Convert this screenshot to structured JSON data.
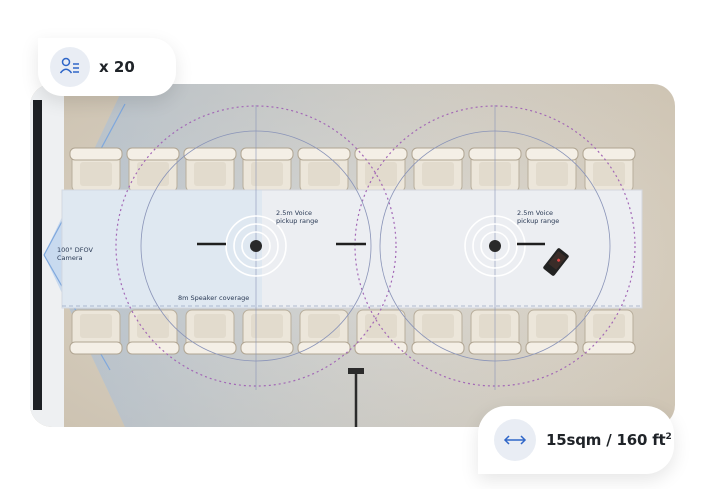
{
  "capacity": {
    "icon": "people-checklist-icon",
    "label": "x 20"
  },
  "room_area": {
    "icon": "double-arrow-width-icon",
    "label": "15sqm / 160 ft",
    "unit_superscript": "2"
  },
  "camera": {
    "fov_label": "100° DFOV",
    "name_label": "Camera"
  },
  "microphones": [
    {
      "label_line1": "2.5m Voice",
      "label_line2": "pickup range"
    },
    {
      "label_line1": "2.5m Voice",
      "label_line2": "pickup range"
    }
  ],
  "speaker": {
    "label": "8m Speaker coverage"
  },
  "seating": {
    "chairs_per_side": 10,
    "total_chairs": 20
  },
  "colors": {
    "floor": "#d8cfc0",
    "table": "#e9ebef",
    "chair": "#ece6da",
    "camera_fov": "#9fc3ec",
    "voice_range_ring": "#8a88b8",
    "speaker_ring": "#a368b6",
    "badge_icon_accent": "#2f66c8"
  }
}
